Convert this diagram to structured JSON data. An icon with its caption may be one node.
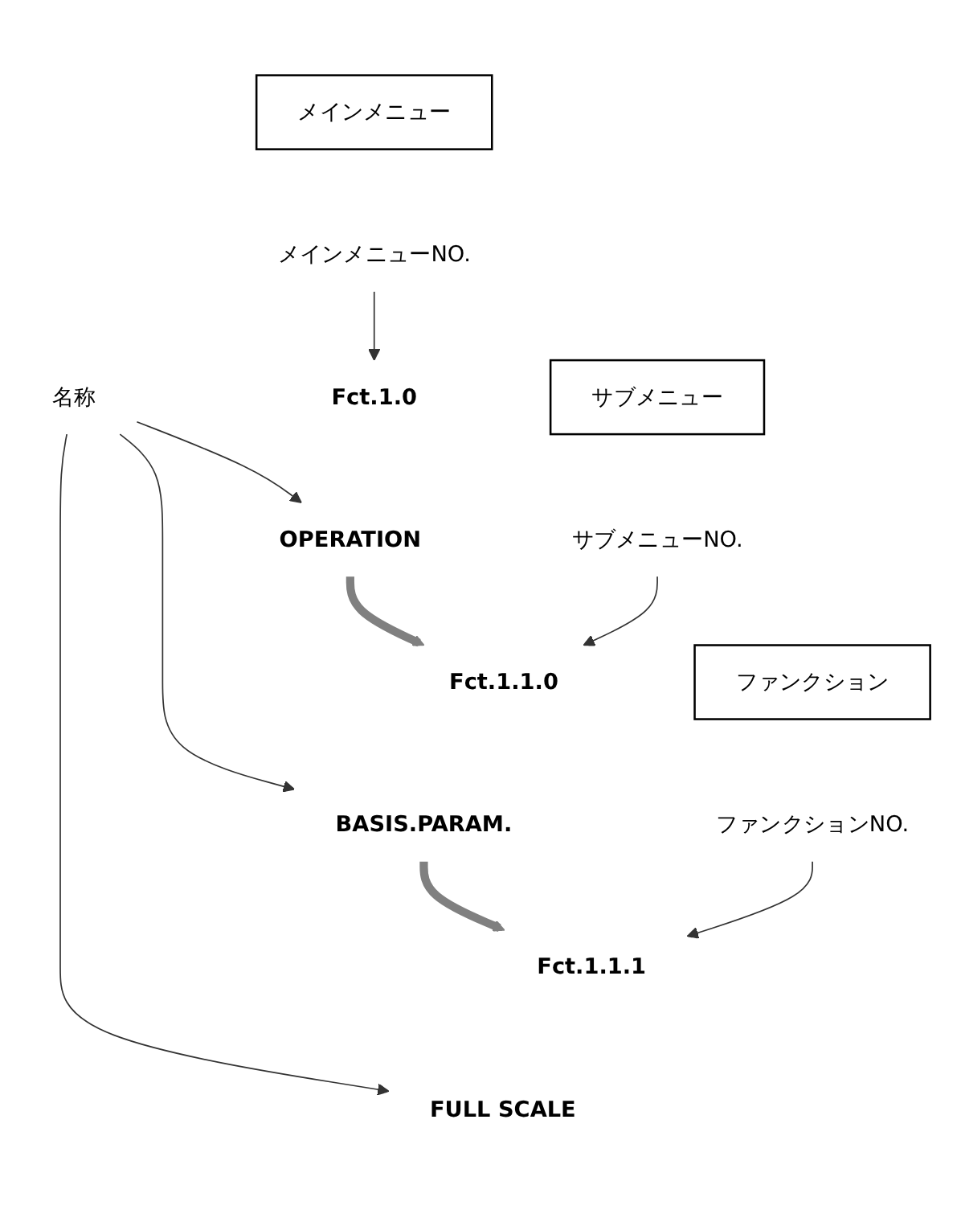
{
  "diagram": {
    "nodes": [
      {
        "text": [
          "メインメニュー"
        ]
      },
      {
        "text": [
          "メインメニューNO."
        ]
      },
      {
        "text": [
          "Fct.1.0"
        ]
      },
      {
        "text": [
          "OPERATION"
        ]
      },
      {
        "text": [
          "サブメニュー"
        ]
      },
      {
        "text": [
          "サブメニューNO."
        ]
      },
      {
        "text": [
          "Fct.1.1.0"
        ]
      },
      {
        "text": [
          "BASIS.PARAM."
        ]
      },
      {
        "text": [
          "ファンクション"
        ]
      },
      {
        "text": [
          "ファンクションNO."
        ]
      },
      {
        "text": [
          "Fct.1.1.1"
        ]
      },
      {
        "text": [
          "FULL SCALE"
        ]
      },
      {
        "text": [
          "名称"
        ]
      }
    ],
    "edges": [
      {
        "from": 1,
        "to": 2,
        "arrow": "to"
      },
      {
        "from": 12,
        "to": 3,
        "arrow": "to"
      },
      {
        "from": 3,
        "to": 6,
        "arrow": "to",
        "style": "thick",
        "color": "#808080"
      },
      {
        "from": 5,
        "to": 6,
        "arrow": "to"
      },
      {
        "from": 12,
        "to": 7,
        "arrow": "to"
      },
      {
        "from": 7,
        "to": 10,
        "arrow": "to",
        "style": "thick",
        "color": "#808080"
      },
      {
        "from": 9,
        "to": 10,
        "arrow": "to"
      },
      {
        "from": 12,
        "to": 11,
        "arrow": "to"
      }
    ]
  }
}
